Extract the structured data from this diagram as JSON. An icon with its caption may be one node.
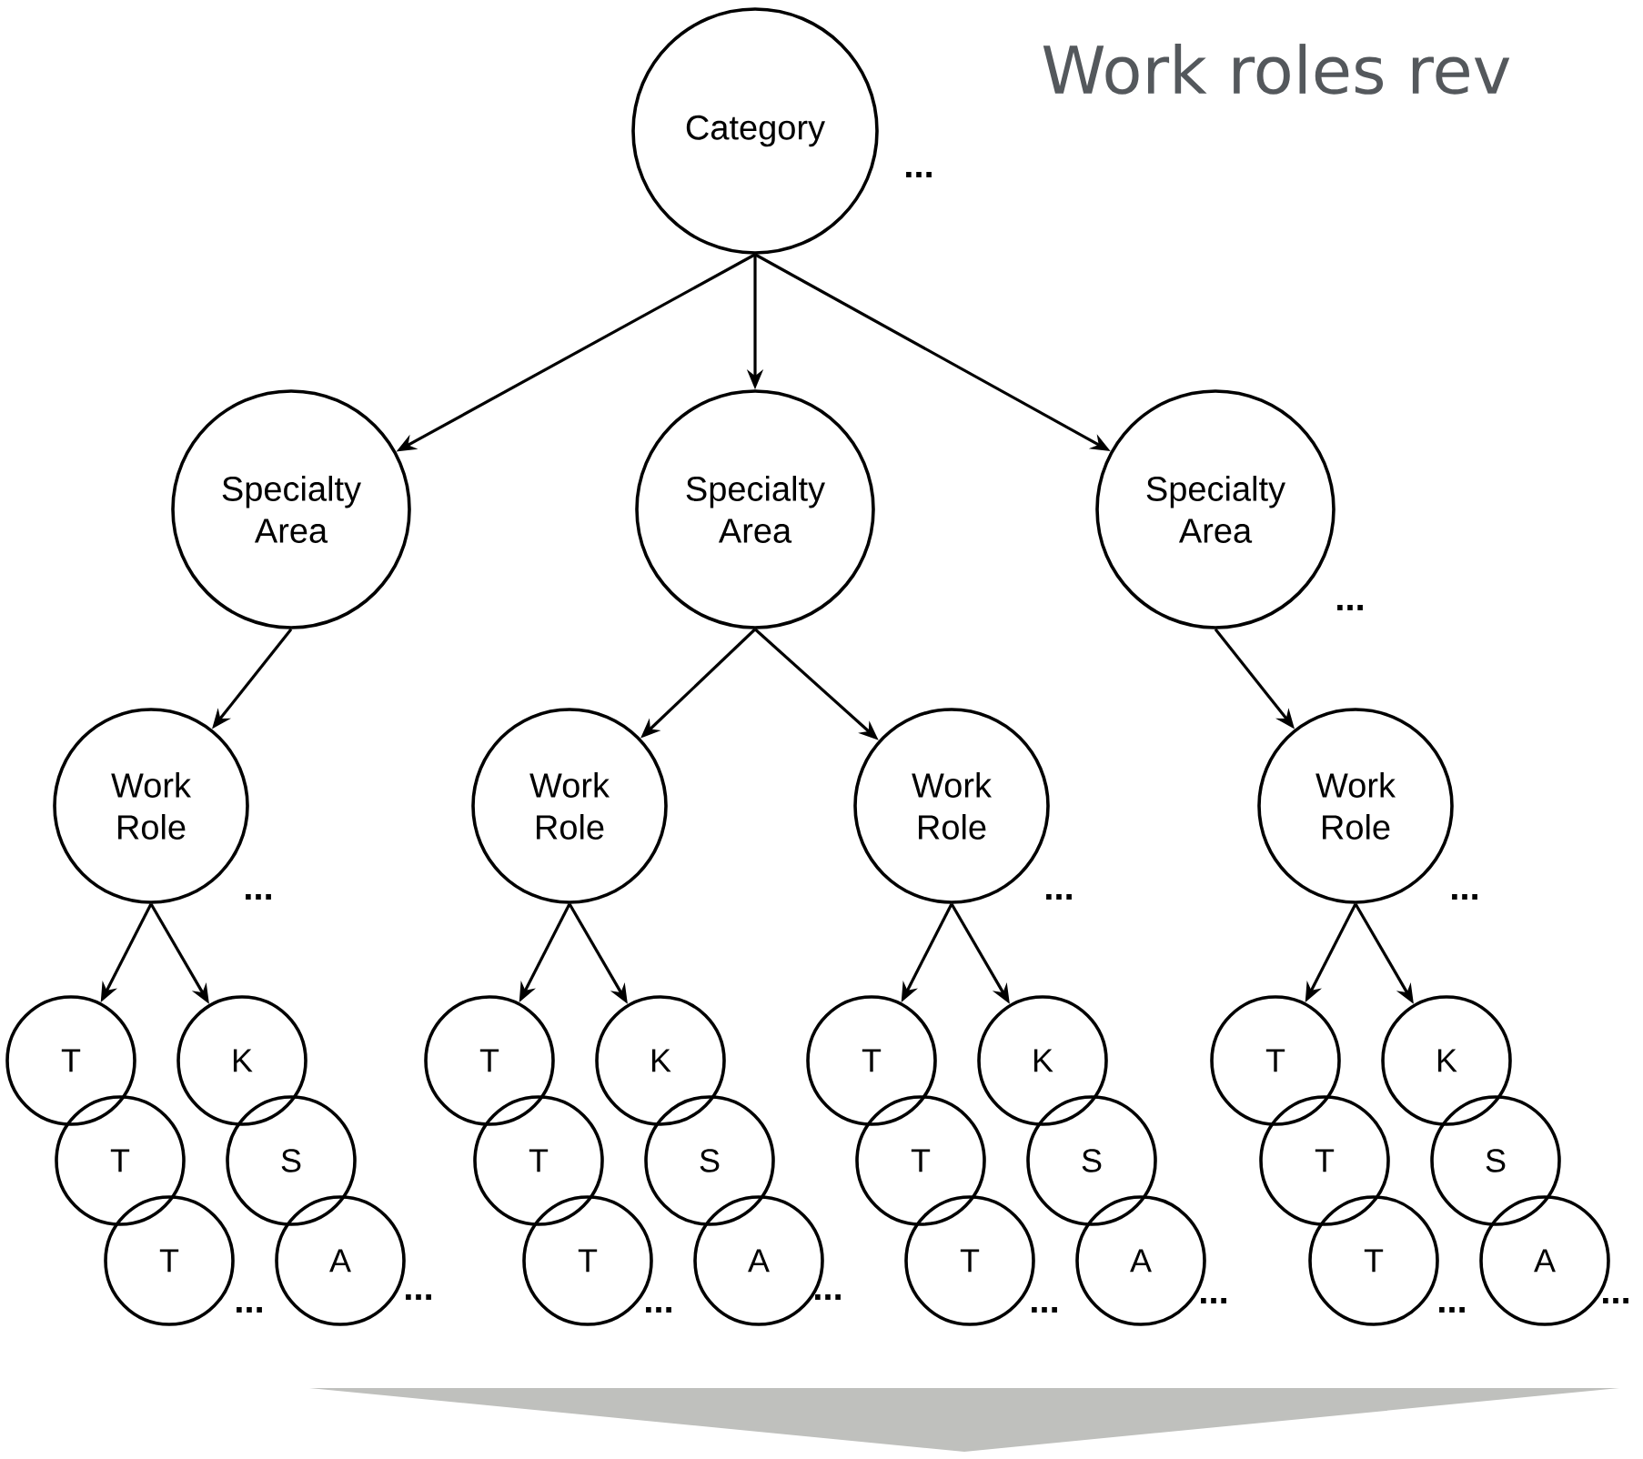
{
  "diagram": {
    "title": "Work roles rev",
    "nodes": [
      {
        "text": [
          "Category"
        ]
      },
      {
        "text": [
          "Specialty Area"
        ]
      },
      {
        "text": [
          "Specialty Area"
        ]
      },
      {
        "text": [
          "Specialty Area"
        ]
      },
      {
        "text": [
          "Work Role"
        ]
      },
      {
        "text": [
          "Work Role"
        ]
      },
      {
        "text": [
          "Work Role"
        ]
      },
      {
        "text": [
          "Work Role"
        ]
      },
      {
        "text": [
          "T"
        ]
      },
      {
        "text": [
          "K"
        ]
      },
      {
        "text": [
          "T"
        ]
      },
      {
        "text": [
          "S"
        ]
      },
      {
        "text": [
          "T"
        ]
      },
      {
        "text": [
          "A"
        ]
      },
      {
        "text": [
          "T"
        ]
      },
      {
        "text": [
          "K"
        ]
      },
      {
        "text": [
          "T"
        ]
      },
      {
        "text": [
          "S"
        ]
      },
      {
        "text": [
          "T"
        ]
      },
      {
        "text": [
          "A"
        ]
      },
      {
        "text": [
          "T"
        ]
      },
      {
        "text": [
          "K"
        ]
      },
      {
        "text": [
          "T"
        ]
      },
      {
        "text": [
          "S"
        ]
      },
      {
        "text": [
          "T"
        ]
      },
      {
        "text": [
          "A"
        ]
      },
      {
        "text": [
          "T"
        ]
      },
      {
        "text": [
          "K"
        ]
      },
      {
        "text": [
          "T"
        ]
      },
      {
        "text": [
          "S"
        ]
      },
      {
        "text": [
          "T"
        ]
      },
      {
        "text": [
          "A"
        ]
      }
    ],
    "edges": [
      {
        "from": 0,
        "to": 1,
        "arrow": "to"
      },
      {
        "from": 0,
        "to": 2,
        "arrow": "to"
      },
      {
        "from": 0,
        "to": 3,
        "arrow": "to"
      },
      {
        "from": 1,
        "to": 4,
        "arrow": "to"
      },
      {
        "from": 2,
        "to": 5,
        "arrow": "to"
      },
      {
        "from": 2,
        "to": 6,
        "arrow": "to"
      },
      {
        "from": 3,
        "to": 7,
        "arrow": "to"
      },
      {
        "from": 4,
        "to": 8,
        "arrow": "to"
      },
      {
        "from": 4,
        "to": 9,
        "arrow": "to"
      },
      {
        "from": 5,
        "to": 14,
        "arrow": "to"
      },
      {
        "from": 5,
        "to": 15,
        "arrow": "to"
      },
      {
        "from": 6,
        "to": 20,
        "arrow": "to"
      },
      {
        "from": 6,
        "to": 21,
        "arrow": "to"
      },
      {
        "from": 7,
        "to": 26,
        "arrow": "to"
      },
      {
        "from": 7,
        "to": 27,
        "arrow": "to"
      }
    ],
    "labels": [
      "...",
      "...",
      "...",
      "...",
      "...",
      "...",
      "...",
      "...",
      "...",
      "...",
      "...",
      "...",
      "..."
    ]
  }
}
